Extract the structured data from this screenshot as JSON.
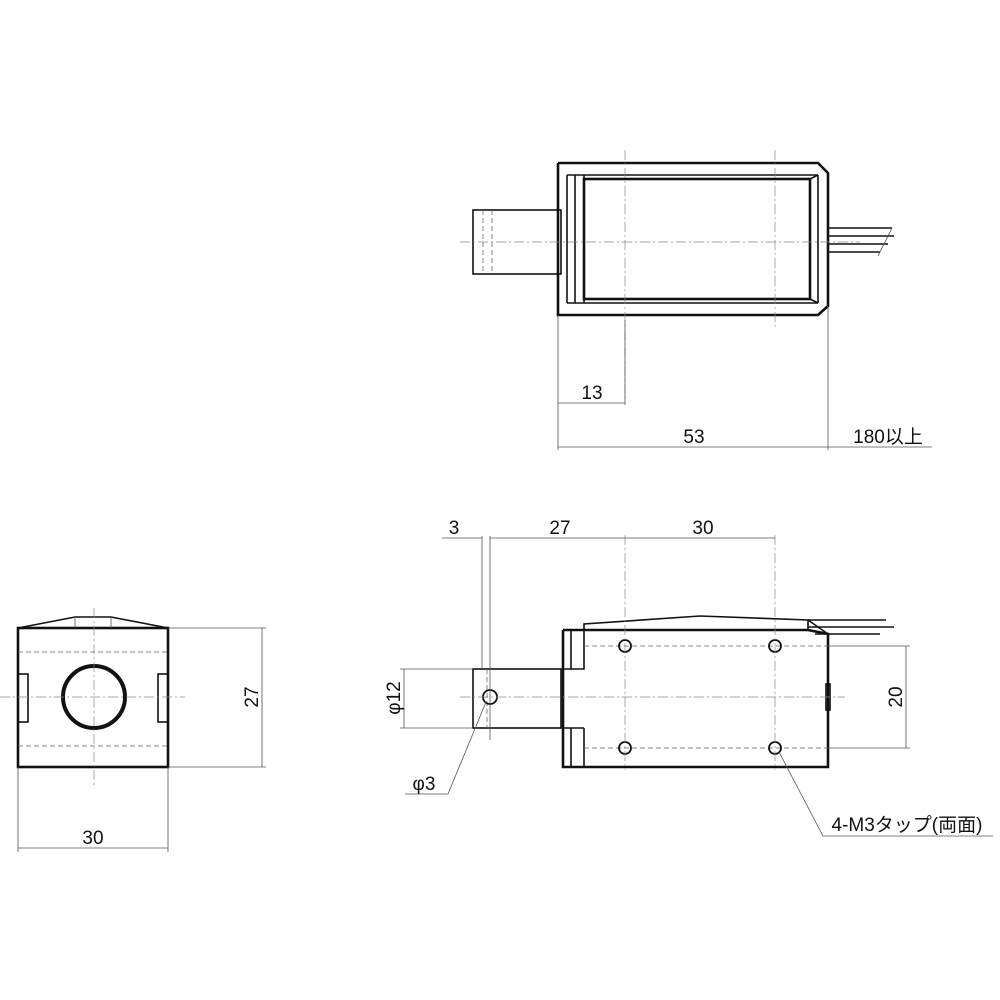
{
  "drawing": {
    "top_view": {
      "dim_13": "13",
      "dim_53": "53",
      "dim_lead": "180以上"
    },
    "end_view": {
      "dim_width": "30",
      "dim_height": "27"
    },
    "front_view": {
      "dim_3": "3",
      "dim_27": "27",
      "dim_30": "30",
      "dim_phi12": "φ12",
      "dim_phi3": "φ3",
      "dim_20": "20",
      "note_tap": "4-M3タップ(両面)"
    }
  }
}
